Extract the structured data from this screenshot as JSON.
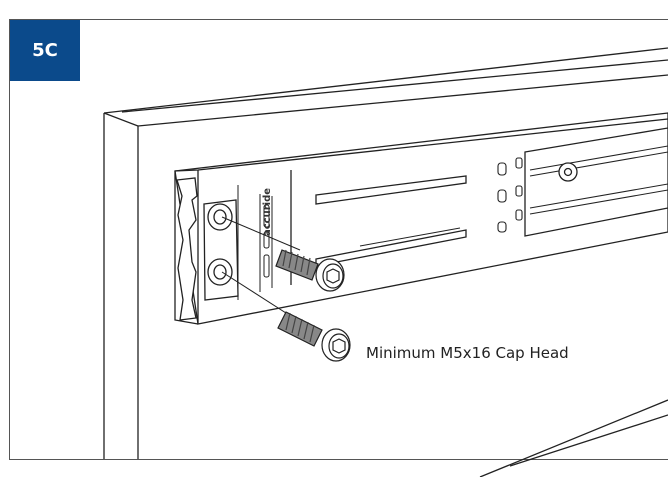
{
  "step": {
    "label": "5C"
  },
  "callout": {
    "text": "Minimum M5x16 Cap Head"
  },
  "brand_stamp": {
    "text": "accuride"
  },
  "colors": {
    "badge": "#0b4a8b",
    "line": "#222222",
    "background": "#ffffff"
  }
}
